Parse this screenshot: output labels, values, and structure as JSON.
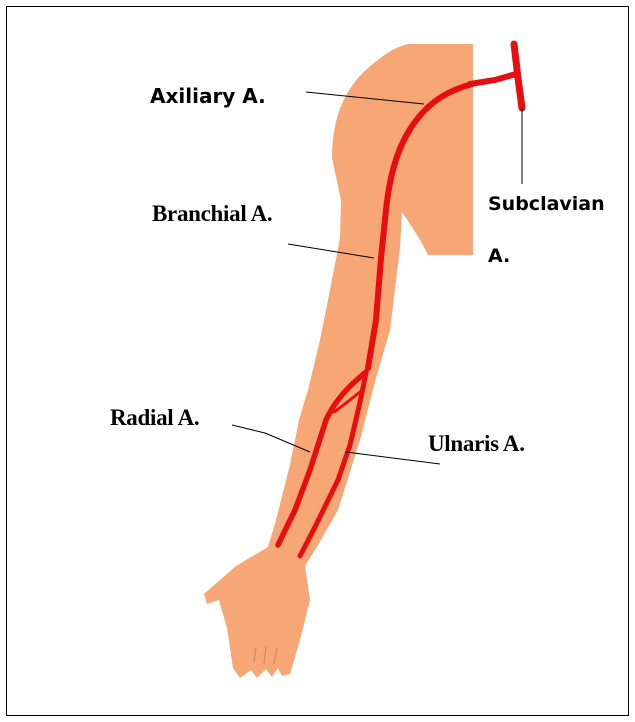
{
  "labels": {
    "axillary": "Axiliary A.",
    "subclavian_line1": "Subclavian",
    "subclavian_line2": "A.",
    "brachial": "Branchial A.",
    "radial": "Radial A.",
    "ulnar": "Ulnaris A."
  },
  "colors": {
    "skin": "#F7A676",
    "artery": "#E60E0E",
    "leader_line": "#000000",
    "border": "#000000",
    "background": "#FFFFFF"
  }
}
